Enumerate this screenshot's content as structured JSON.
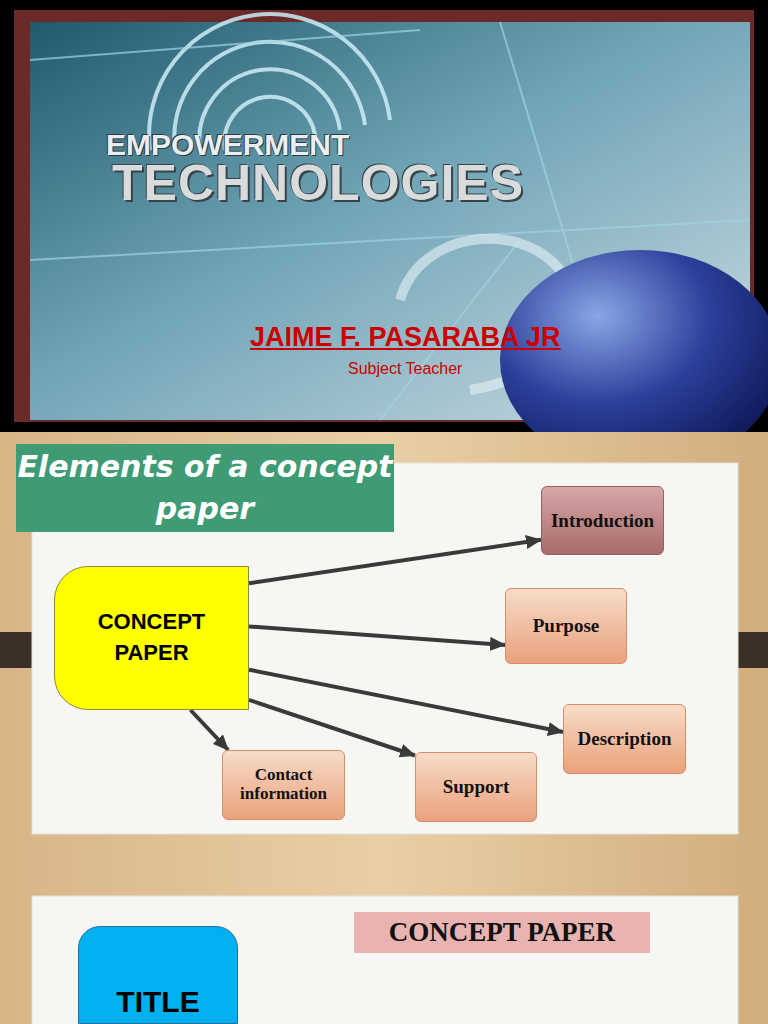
{
  "diagram": {
    "title": "Elements of a concept paper",
    "nodes": [
      {
        "text": [
          "CONCEPT PAPER"
        ]
      },
      {
        "text": [
          "Introduction"
        ]
      },
      {
        "text": [
          "Purpose"
        ]
      },
      {
        "text": [
          "Description"
        ]
      },
      {
        "text": [
          "Support"
        ]
      },
      {
        "text": [
          "Contact information"
        ]
      },
      {
        "text": [
          "CONCEPT PAPER"
        ]
      },
      {
        "text": [
          "TITLE"
        ]
      }
    ],
    "edges": [
      {
        "from": 0,
        "to": 1,
        "arrow": "to"
      },
      {
        "from": 0,
        "to": 2,
        "arrow": "to"
      },
      {
        "from": 0,
        "to": 3,
        "arrow": "to"
      },
      {
        "from": 0,
        "to": 4,
        "arrow": "to"
      },
      {
        "from": 0,
        "to": 5,
        "arrow": "to"
      }
    ],
    "labels": [
      "EMPOWERMENT",
      "TECHNOLOGIES",
      "JAIME F. PASARABA JR",
      "Subject Teacher"
    ]
  }
}
